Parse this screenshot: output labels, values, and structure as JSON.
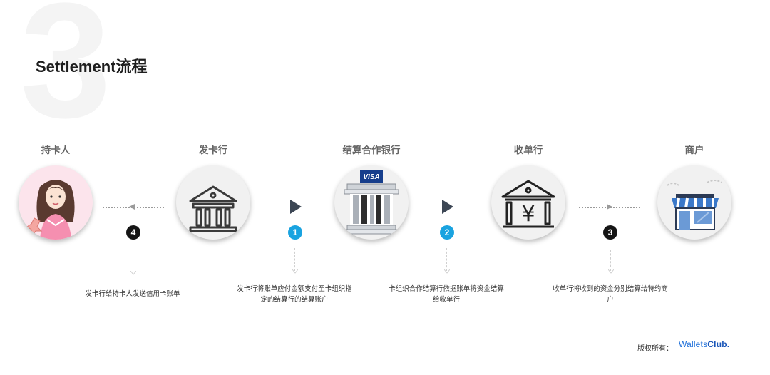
{
  "bg_digit": "3",
  "title": "Settlement流程",
  "nodes": [
    {
      "label": "持卡人",
      "icon": "cardholder-avatar-icon"
    },
    {
      "label": "发卡行",
      "icon": "bank-building-icon"
    },
    {
      "label": "结算合作银行",
      "icon": "visa-bank-icon",
      "badge_text": "VISA"
    },
    {
      "label": "收单行",
      "icon": "yen-bank-icon",
      "symbol": "¥"
    },
    {
      "label": "商户",
      "icon": "storefront-icon"
    }
  ],
  "steps": [
    {
      "number": "1",
      "text": "发卡行将账单应付金额支付至卡组织指定的结算行的结算账户"
    },
    {
      "number": "2",
      "text": "卡组织合作结算行依据账单将资金结算给收单行"
    },
    {
      "number": "3",
      "text": "收单行将收到的资金分别结算给特约商户"
    },
    {
      "number": "4",
      "text": "发卡行给持卡人发送信用卡账单"
    }
  ],
  "colors": {
    "accent_blue": "#1aa3e0",
    "dark": "#151515",
    "arrow": "#3c4654"
  },
  "footer": {
    "copyright": "版权所有：",
    "logo_part1": "Wallets",
    "logo_part2": "Club."
  }
}
